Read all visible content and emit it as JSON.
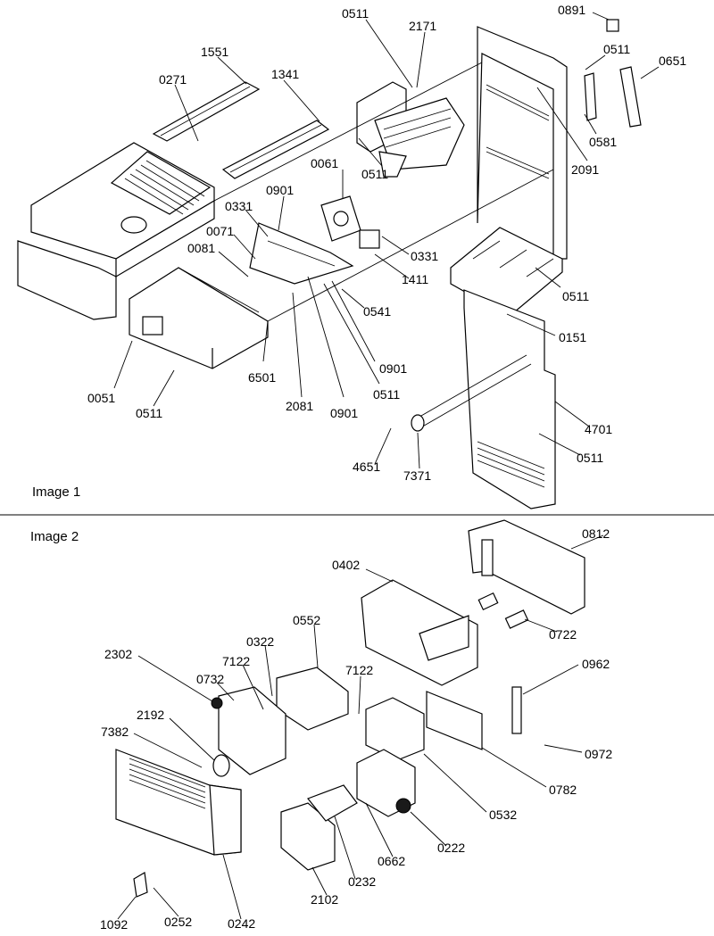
{
  "panels": [
    {
      "label": "Image 1",
      "callouts": [
        "0891",
        "0511",
        "2171",
        "0511",
        "0651",
        "1551",
        "1341",
        "0271",
        "0581",
        "2091",
        "0061",
        "0901",
        "0511",
        "0331",
        "0071",
        "0081",
        "0331",
        "1411",
        "0511",
        "0541",
        "0151",
        "6501",
        "0901",
        "0511",
        "0051",
        "2081",
        "0901",
        "0511",
        "4701",
        "0511",
        "4651",
        "7371",
        "0511"
      ]
    },
    {
      "label": "Image 2",
      "callouts": [
        "0812",
        "0402",
        "0722",
        "0552",
        "2302",
        "0322",
        "0732",
        "7122",
        "7122",
        "0962",
        "2192",
        "7382",
        "0972",
        "0782",
        "0532",
        "0222",
        "0662",
        "0232",
        "2102",
        "0242",
        "1092",
        "0252"
      ]
    }
  ]
}
